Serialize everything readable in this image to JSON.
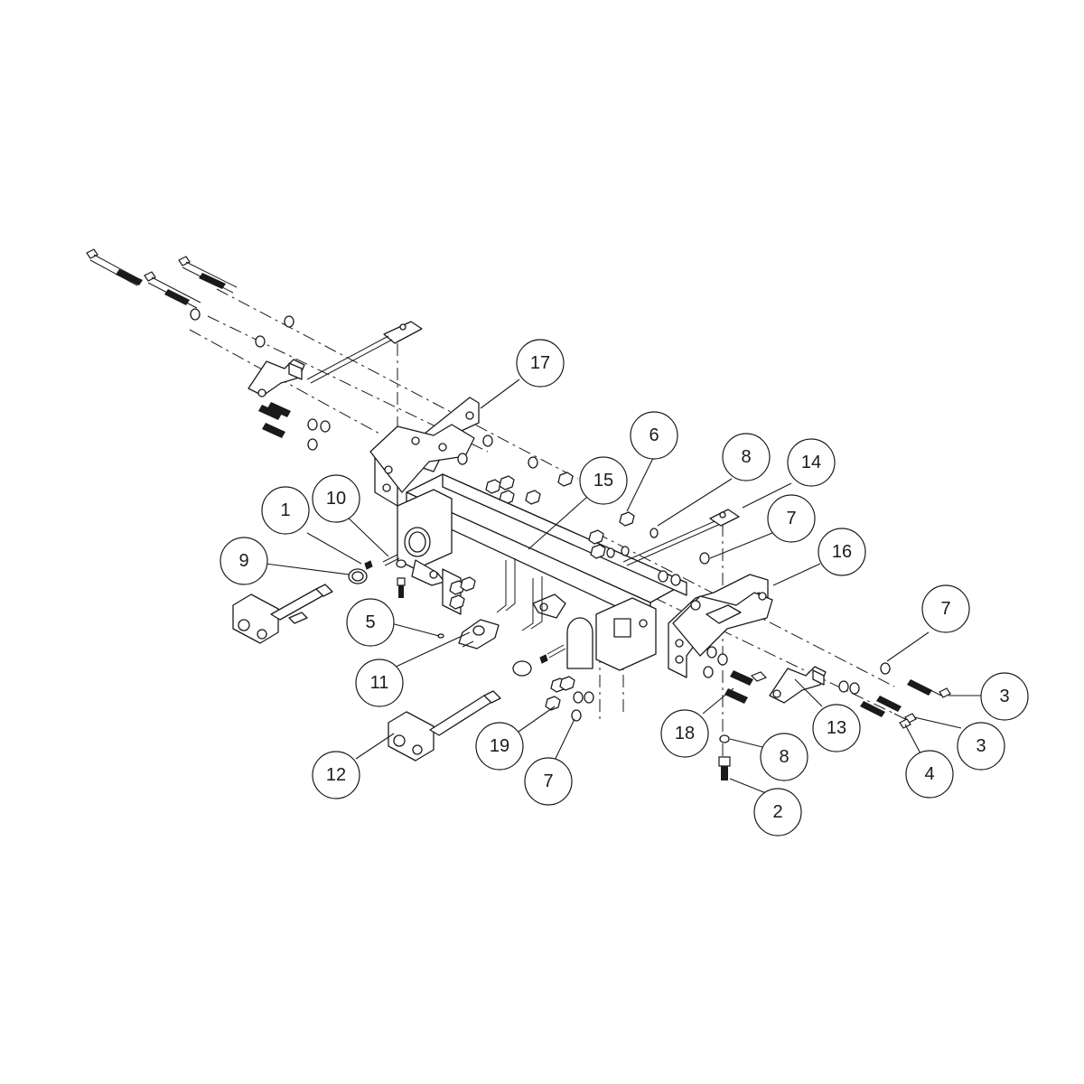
{
  "colors": {
    "line": "#1a1a1a",
    "background": "#ffffff"
  },
  "callouts": [
    {
      "id": "c17",
      "label": "17"
    },
    {
      "id": "c6",
      "label": "6"
    },
    {
      "id": "c8a",
      "label": "8"
    },
    {
      "id": "c14",
      "label": "14"
    },
    {
      "id": "c15",
      "label": "15"
    },
    {
      "id": "c10",
      "label": "10"
    },
    {
      "id": "c1",
      "label": "1"
    },
    {
      "id": "c9",
      "label": "9"
    },
    {
      "id": "c7a",
      "label": "7"
    },
    {
      "id": "c16",
      "label": "16"
    },
    {
      "id": "c7b",
      "label": "7"
    },
    {
      "id": "c5",
      "label": "5"
    },
    {
      "id": "c11",
      "label": "11"
    },
    {
      "id": "c3a",
      "label": "3"
    },
    {
      "id": "c18",
      "label": "18"
    },
    {
      "id": "c13",
      "label": "13"
    },
    {
      "id": "c3b",
      "label": "3"
    },
    {
      "id": "c19",
      "label": "19"
    },
    {
      "id": "c8b",
      "label": "8"
    },
    {
      "id": "c4",
      "label": "4"
    },
    {
      "id": "c12",
      "label": "12"
    },
    {
      "id": "c7c",
      "label": "7"
    },
    {
      "id": "c2",
      "label": "2"
    }
  ]
}
